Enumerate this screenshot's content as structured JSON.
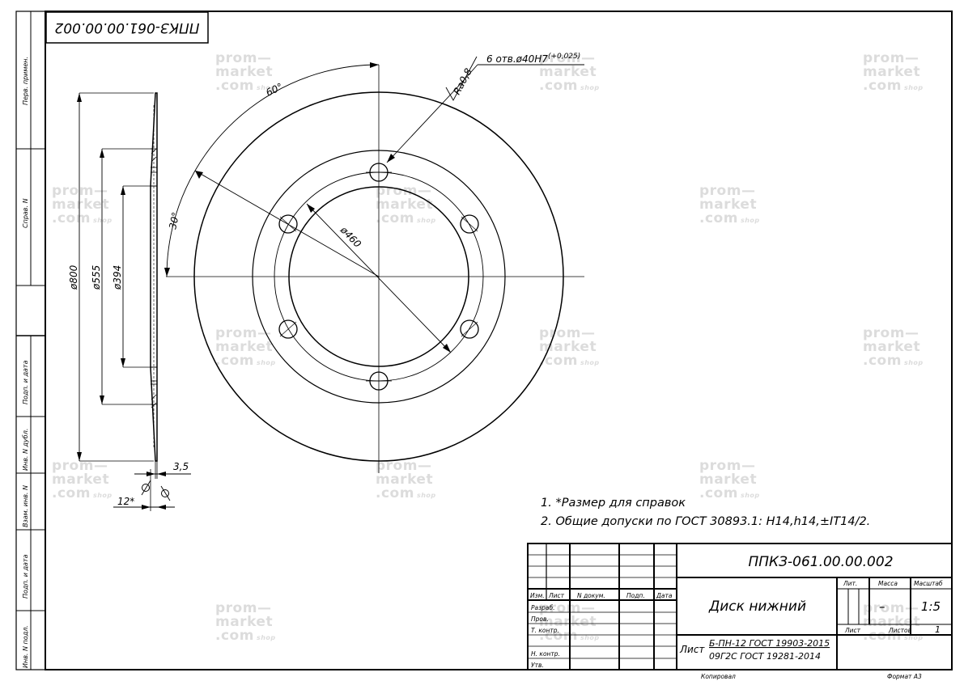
{
  "drawing": {
    "number": "ППКЗ-061.00.00.002",
    "number_stamp_mirrored": "ППКЗ-061.00.00.002",
    "part_name": "Диск нижний",
    "material_line1": "Б-ПН-12  ГОСТ 19903-2015",
    "material_line2": "09Г2С ГОСТ 19281-2014",
    "material_prefix": "Лист",
    "scale": "1:5",
    "sheets_total": "1",
    "mass": "–",
    "copied_label": "Копировал",
    "format_label": "Формат  А3"
  },
  "dimensions": {
    "holes_callout": "6 отв.ø40Н7",
    "holes_tolerance": "(+0,025)",
    "roughness": "Ra0,8",
    "angle_60": "60°",
    "angle_30": "30°",
    "dia_460": "ø460",
    "dia_800": "ø800",
    "dia_555": "ø555",
    "dia_394": "ø394",
    "thickness": "3,5",
    "bevel": "12*"
  },
  "notes": [
    "1.  *Размер для справок",
    "2.  Общие допуски по ГОСТ 30893.1:  H14,h14,±IT14/2."
  ],
  "side_labels": {
    "perv_primen": "Перв. примен.",
    "sprav": "Справ. N",
    "podp_data_1": "Подп. и дата",
    "inv_dubl": "Инв. N дубл.",
    "vzam_inv": "Взам. инв. N",
    "podp_data_2": "Подп. и дата",
    "inv_podl": "Инв. N подл."
  },
  "title_block": {
    "col_izm": "Изм.",
    "col_list": "Лист",
    "col_ndokum": "N докум.",
    "col_podp": "Подп.",
    "col_data": "Дата",
    "row_razrab": "Разраб.",
    "row_prov": "Пров.",
    "row_tkontr": "Т. контр.",
    "row_nkontr": "Н. контр.",
    "row_utv": "Утв.",
    "lit": "Лит.",
    "massa": "Масса",
    "masshtab": "Масштаб",
    "list": "Лист",
    "listov": "Листов"
  },
  "watermark": {
    "line1": "prom—",
    "line2": "market",
    "line3": ".com",
    "shop": "shop"
  },
  "colors": {
    "line": "#000000",
    "watermark": "#dcdcdc"
  }
}
